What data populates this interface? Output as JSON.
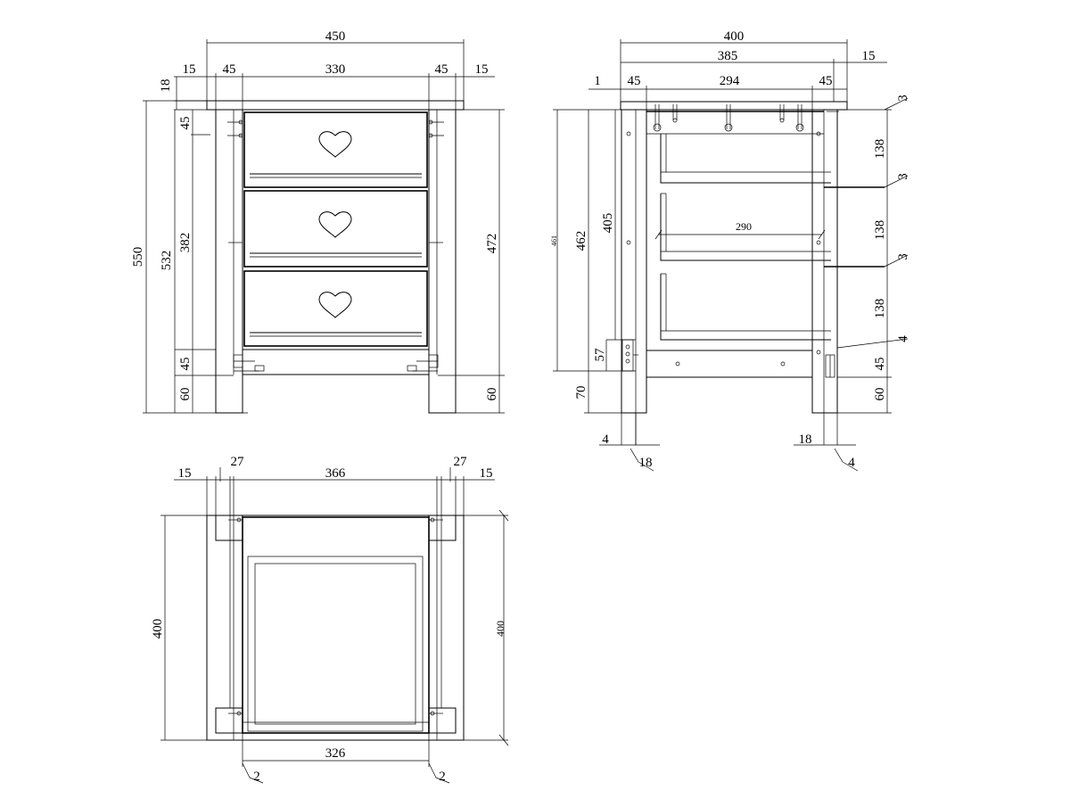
{
  "front_view": {
    "dims": {
      "total_width": "450",
      "left_edge": "15",
      "left_leg": "45",
      "inner": "330",
      "right_leg": "45",
      "right_edge": "15",
      "top_thickness": "18",
      "top_rail": "45",
      "drawer_zone": "382",
      "total_height": "550",
      "body_height": "532",
      "bottom_rail": "45",
      "foot_left": "60",
      "side_height": "472",
      "foot_right": "60"
    }
  },
  "side_view": {
    "dims": {
      "total_depth": "400",
      "depth_less_overhang": "385",
      "overhang": "15",
      "gap": "1",
      "front_leg": "45",
      "inner_depth": "294",
      "back_leg": "45",
      "drawer_depth": "290",
      "body_461": "461",
      "body_462": "462",
      "body_405": "405",
      "bottom_57": "57",
      "foot_70": "70",
      "gap_top": "3",
      "drawer_1": "138",
      "gap_2": "3",
      "drawer_2": "138",
      "gap_3": "3",
      "drawer_3": "138",
      "gap_4": "4",
      "bottom_45": "45",
      "foot_60": "60",
      "leg_left_gap": "4",
      "leg_left_thickness": "18",
      "leg_right_thickness": "18",
      "leg_right_gap": "4"
    }
  },
  "top_view": {
    "dims": {
      "left_edge": "15",
      "left_leg": "27",
      "inner": "366",
      "right_leg": "27",
      "right_edge": "15",
      "depth_left": "400",
      "depth_right": "400",
      "drawer_width": "326",
      "clearance_left": "2",
      "clearance_right": "2"
    }
  }
}
